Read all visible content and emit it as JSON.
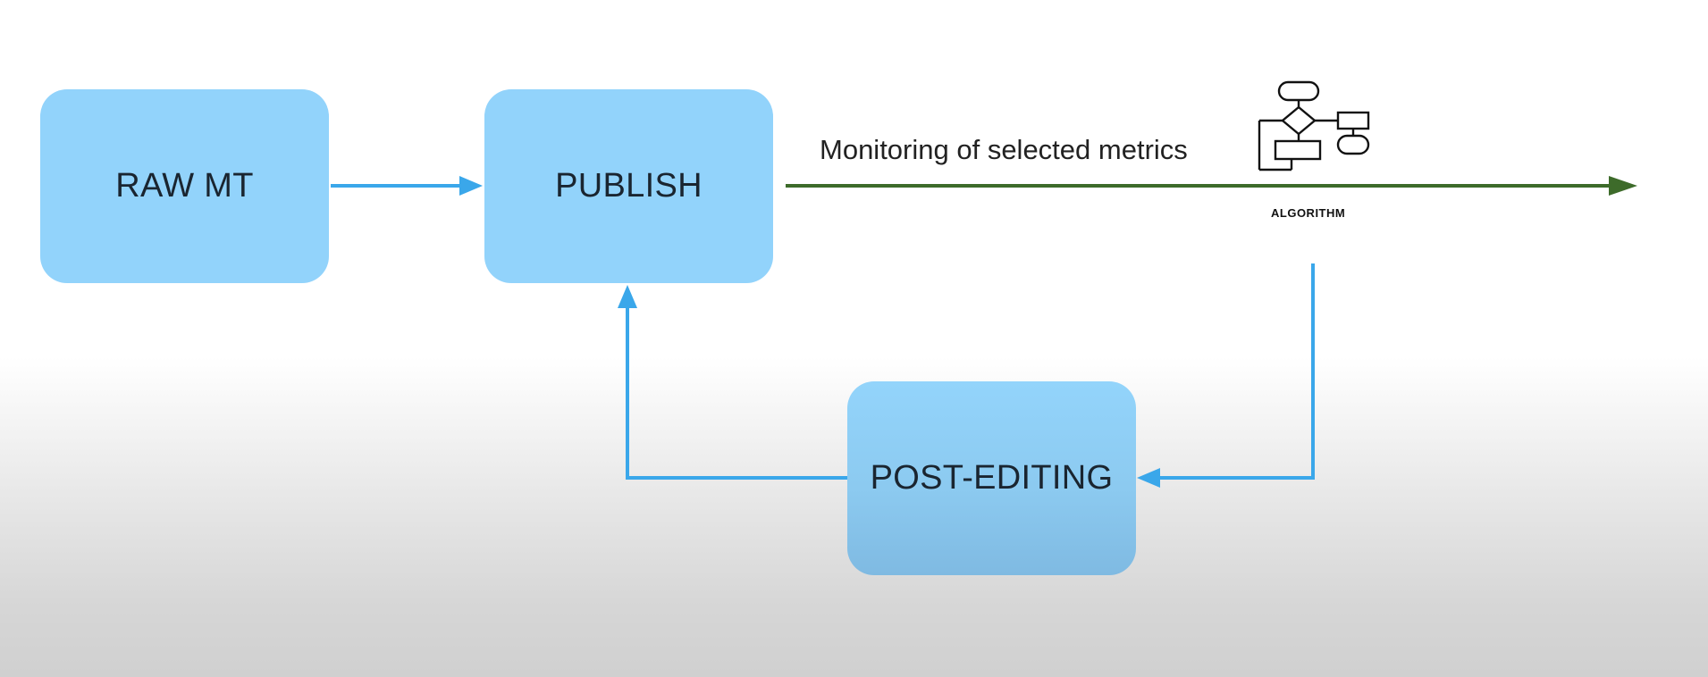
{
  "diagram": {
    "nodes": {
      "raw_mt": "RAW MT",
      "publish": "PUBLISH",
      "post_editing": "POST-EDITING"
    },
    "monitoring_label": "Monitoring of selected metrics",
    "algorithm_label": "ALGORITHM",
    "algorithm_icon": "flowchart-icon",
    "edges": [
      {
        "from": "RAW MT",
        "to": "PUBLISH"
      },
      {
        "from": "PUBLISH",
        "to": "ALGORITHM"
      },
      {
        "from": "ALGORITHM",
        "to": "POST-EDITING"
      },
      {
        "from": "POST-EDITING",
        "to": "PUBLISH"
      }
    ],
    "colors": {
      "node_fill": "#92d3fb",
      "connector": "#3aa7ea",
      "monitoring_arrow": "#3d6b2a"
    }
  }
}
